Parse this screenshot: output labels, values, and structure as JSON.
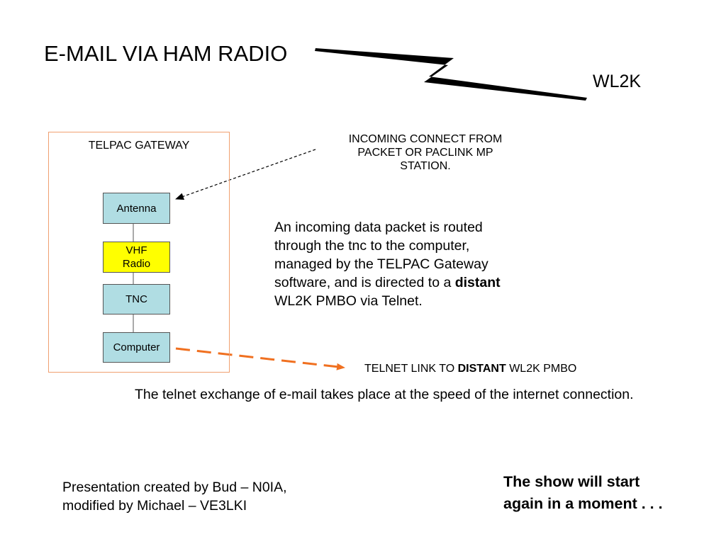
{
  "slide": {
    "title": "E-MAIL VIA HAM RADIO",
    "wl2k_label": "WL2K"
  },
  "gateway": {
    "title": "TELPAC GATEWAY",
    "components": {
      "antenna": "Antenna",
      "vhf_line1": "VHF",
      "vhf_line2": "Radio",
      "tnc": "TNC",
      "computer": "Computer"
    }
  },
  "incoming_connect": {
    "line1": "INCOMING CONNECT FROM",
    "line2": "PACKET OR PACLINK MP",
    "line3": "STATION."
  },
  "explanation": {
    "line1": "An incoming data packet is routed",
    "line2": "through the tnc to the computer,",
    "line3": "managed by the TELPAC Gateway",
    "line4_pre": "software, and is directed to a ",
    "line4_bold": "distant",
    "line5": "WL2K PMBO via Telnet."
  },
  "telnet_link": {
    "pre": "TELNET LINK TO ",
    "bold": "DISTANT",
    "post": " WL2K PMBO"
  },
  "speed_note": "The telnet exchange of e-mail takes place at the speed of the internet connection.",
  "credits": {
    "line1": "Presentation created by Bud – N0IA,",
    "line2": "modified by Michael – VE3LKI"
  },
  "show_notice": {
    "line1": "The show will start",
    "line2": "again in a moment . . ."
  },
  "colors": {
    "frame_border": "#f0a070",
    "component_fill": "#b0dde3",
    "vhf_fill": "#ffff00",
    "dashed_arrow_orange": "#f07020",
    "lightning": "#000000"
  }
}
